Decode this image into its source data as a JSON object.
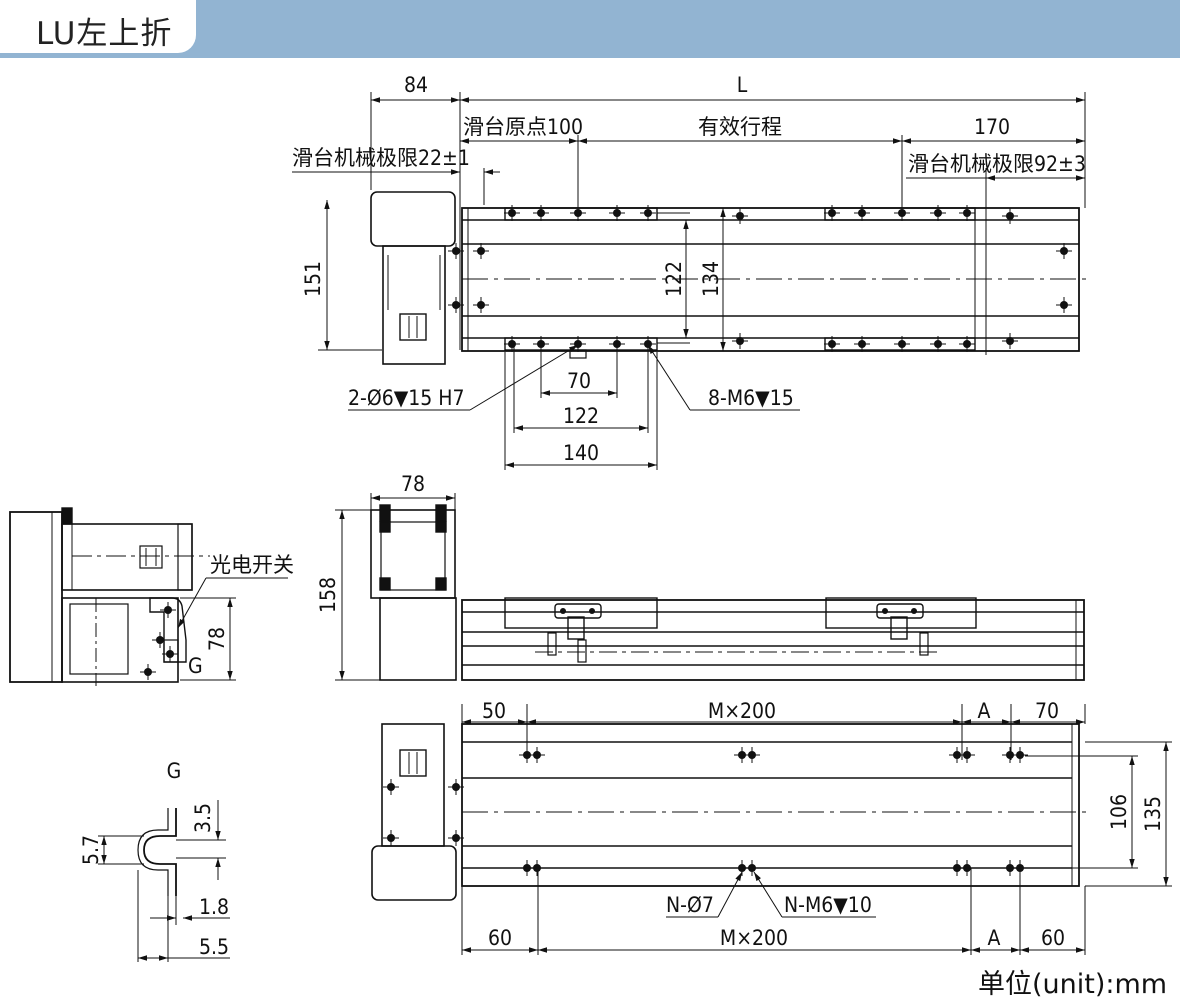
{
  "header": {
    "title": "LU左上折"
  },
  "top_view": {
    "dim_84": "84",
    "dim_L": "L",
    "dim_slide_origin": "滑台原点100",
    "dim_stroke": "有效行程",
    "dim_170": "170",
    "dim_limit_left": "滑台机械极限22±1",
    "dim_limit_right": "滑台机械极限92±3",
    "dim_151": "151",
    "dim_122": "122",
    "dim_134": "134",
    "dim_70": "70",
    "dim_122b": "122",
    "dim_140": "140",
    "callout_pin": "2-Ø6▼15 H7",
    "callout_thread": "8-M6▼15"
  },
  "side_view": {
    "dim_78": "78",
    "dim_158": "158",
    "callout_sensor": "光电开关",
    "dim_78b": "78",
    "label_g": "G"
  },
  "bottom_view": {
    "dim_50": "50",
    "dim_m200_top": "M×200",
    "dim_a_top": "A",
    "dim_70": "70",
    "dim_106": "106",
    "dim_135": "135",
    "callout_n_hole": "N-Ø7",
    "callout_n_thread": "N-M6▼10",
    "dim_60_left": "60",
    "dim_m200_bottom": "M×200",
    "dim_a_bottom": "A",
    "dim_60_right": "60"
  },
  "detail_g": {
    "title": "G",
    "dim_3_5": "3.5",
    "dim_5_7": "5.7",
    "dim_1_8": "1.8",
    "dim_5_5": "5.5"
  },
  "footer": {
    "unit": "单位(unit):mm"
  }
}
